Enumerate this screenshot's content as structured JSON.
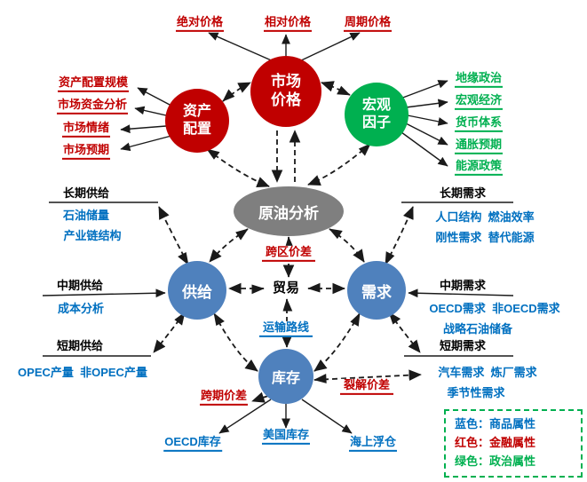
{
  "nodes": {
    "market_price": "市场价格",
    "asset_allocation": "资产配置",
    "macro_factors": "宏观因子",
    "crude_analysis": "原油分析",
    "supply": "供给",
    "demand": "需求",
    "inventory": "库存",
    "trade": "贸易"
  },
  "price_factors": [
    "绝对价格",
    "相对价格",
    "周期价格"
  ],
  "asset_factors": [
    "资产配置规模",
    "市场资金分析",
    "市场情绪",
    "市场预期"
  ],
  "macro_items": [
    "地缘政治",
    "宏观经济",
    "货币体系",
    "通胀预期",
    "能源政策"
  ],
  "supply_groups": [
    {
      "header": "长期供给",
      "items": [
        "石油储量",
        "产业链结构"
      ]
    },
    {
      "header": "中期供给",
      "items": [
        "成本分析"
      ]
    },
    {
      "header": "短期供给",
      "items": [
        "OPEC产量  非OPEC产量"
      ]
    }
  ],
  "demand_groups": [
    {
      "header": "长期需求",
      "items": [
        "人口结构  燃油效率",
        "刚性需求  替代能源"
      ]
    },
    {
      "header": "中期需求",
      "items": [
        "OECD需求  非OECD需求",
        "战略石油储备"
      ]
    },
    {
      "header": "短期需求",
      "items": [
        "汽车需求  炼厂需求",
        "季节性需求"
      ]
    }
  ],
  "spreads": {
    "cross_region": "跨区价差",
    "cross_period": "跨期价差",
    "crack": "裂解价差"
  },
  "transport_route": "运输路线",
  "inventory_items": [
    "OECD库存",
    "美国库存",
    "海上浮仓"
  ],
  "legend": [
    {
      "label": "蓝色：商品属性",
      "color": "#0070C0"
    },
    {
      "label": "红色：金融属性",
      "color": "#C00000"
    },
    {
      "label": "绿色：政治属性",
      "color": "#00B050"
    }
  ],
  "colors": {
    "finance_red": "#C00000",
    "politics_green": "#00B050",
    "commodity_blue": "#0070C0",
    "node_blue": "#4F81BD",
    "node_gray": "#7F7F7F"
  }
}
